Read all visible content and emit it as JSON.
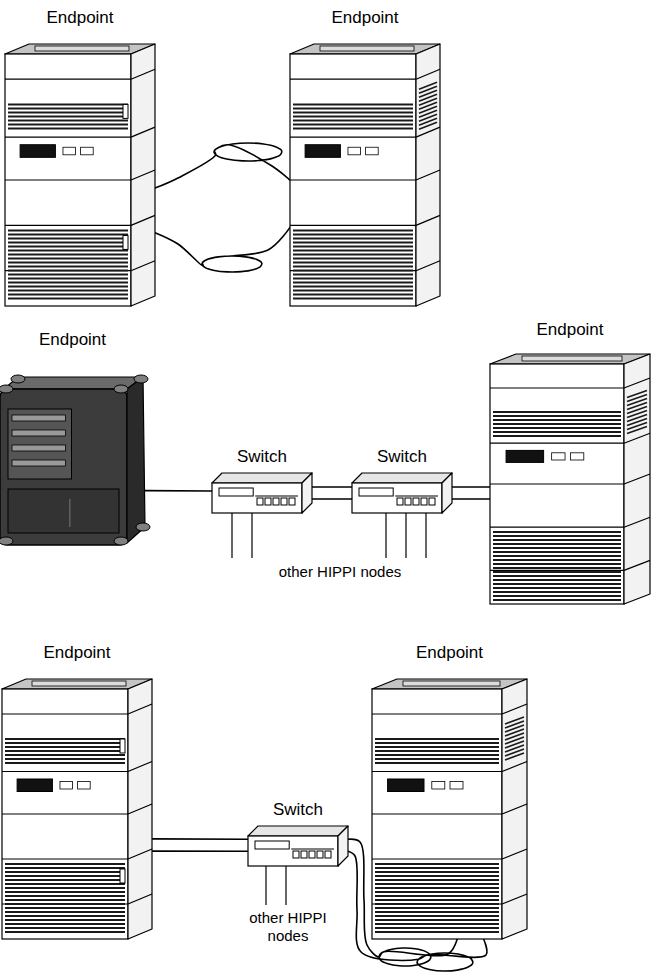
{
  "diagram": {
    "nodes": [
      {
        "text": [
          "Endpoint"
        ]
      },
      {
        "text": [
          "Endpoint"
        ]
      },
      {
        "text": [
          "Endpoint"
        ]
      },
      {
        "text": [
          "Switch"
        ]
      },
      {
        "text": [
          "Switch"
        ]
      },
      {
        "text": [
          "Endpoint"
        ]
      },
      {
        "text": [
          "Endpoint"
        ]
      },
      {
        "text": [
          "Switch"
        ]
      },
      {
        "text": [
          "Endpoint"
        ]
      }
    ],
    "edges": [
      {
        "from": 0,
        "to": 1,
        "arrow": "none"
      },
      {
        "from": 0,
        "to": 1,
        "arrow": "none"
      },
      {
        "from": 2,
        "to": 3,
        "arrow": "none"
      },
      {
        "from": 3,
        "to": 4,
        "arrow": "none"
      },
      {
        "from": 3,
        "to": 4,
        "arrow": "none"
      },
      {
        "from": 4,
        "to": 5,
        "arrow": "none"
      },
      {
        "from": 4,
        "to": 5,
        "arrow": "none"
      },
      {
        "from": 6,
        "to": 7,
        "arrow": "none"
      },
      {
        "from": 6,
        "to": 7,
        "arrow": "none"
      },
      {
        "from": 7,
        "to": 8,
        "arrow": "none"
      },
      {
        "from": 7,
        "to": 8,
        "arrow": "none"
      }
    ],
    "labels": [
      "other HIPPI nodes",
      "other HIPPI nodes"
    ]
  }
}
